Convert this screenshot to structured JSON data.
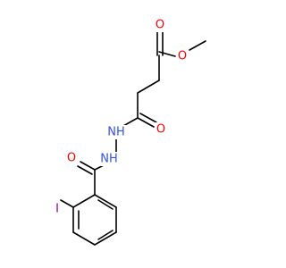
{
  "molecule": {
    "atoms": {
      "methyl_carbon_label": "",
      "ester_oxygen": "O",
      "ester_carbonyl_oxygen": "O",
      "amide_oxygen_top": "O",
      "hydrazide_nh_upper": "NH",
      "hydrazide_nh_lower": "NH",
      "benzoyl_oxygen": "O",
      "iodine": "I"
    },
    "colors": {
      "oxygen": "#ff0000",
      "nitrogen": "#3050f8",
      "iodine": "#940094",
      "bond": "#000000",
      "background": "#ffffff"
    }
  }
}
